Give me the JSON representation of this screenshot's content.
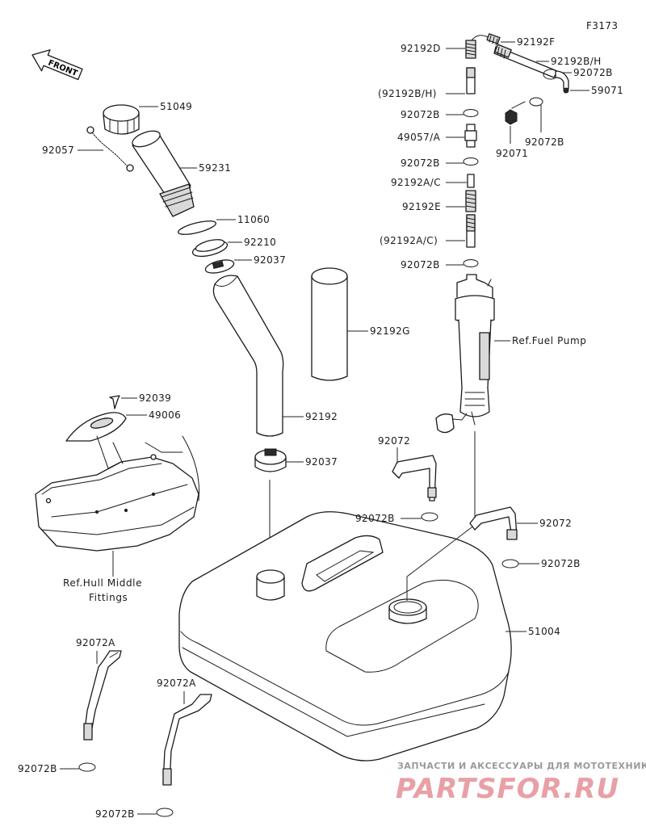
{
  "figure_code": "F3173",
  "front_label": "FRONT",
  "parts": {
    "p51049": "51049",
    "p92057": "92057",
    "p59231": "59231",
    "p11060": "11060",
    "p92210": "92210",
    "p92037_top": "92037",
    "p92192g": "92192G",
    "p92192": "92192",
    "p92039": "92039",
    "p49006": "49006",
    "p92037_bottom": "92037",
    "p92192d": "92192D",
    "p92192f": "92192F",
    "p92192bh_a": "92192B/H",
    "p92072b_r1": "92072B",
    "p59071": "59071",
    "p92192bh_paren": "(92192B/H)",
    "p92072b_l1": "92072B",
    "p49057a": "49057/A",
    "p92071": "92071",
    "p92072b_r2": "92072B",
    "p92072b_l2": "92072B",
    "p92192ac": "92192A/C",
    "p92192e": "92192E",
    "p92192ac_paren": "(92192A/C)",
    "p92072b_l3": "92072B",
    "p92072_a": "92072",
    "p92072b_mid": "92072B",
    "p92072_b": "92072",
    "p92072b_right": "92072B",
    "p51004": "51004",
    "p92072a_1": "92072A",
    "p92072a_2": "92072A",
    "p92072b_bl1": "92072B",
    "p92072b_bl2": "92072B"
  },
  "references": {
    "fuel_pump": "Ref.Fuel Pump",
    "hull_line1": "Ref.Hull Middle",
    "hull_line2": "Fittings"
  },
  "watermark": {
    "tagline": "ЗАПЧАСТИ И АКСЕССУАРЫ ДЛЯ МОТОТЕХНИКИ",
    "logo": "PARTSFOR.RU",
    "colors": {
      "logo": "#e8a0a6",
      "tagline": "#9a9a9a"
    }
  },
  "colors": {
    "line": "#1a1a1a",
    "background": "#ffffff",
    "shade": "#d9d9d9"
  }
}
